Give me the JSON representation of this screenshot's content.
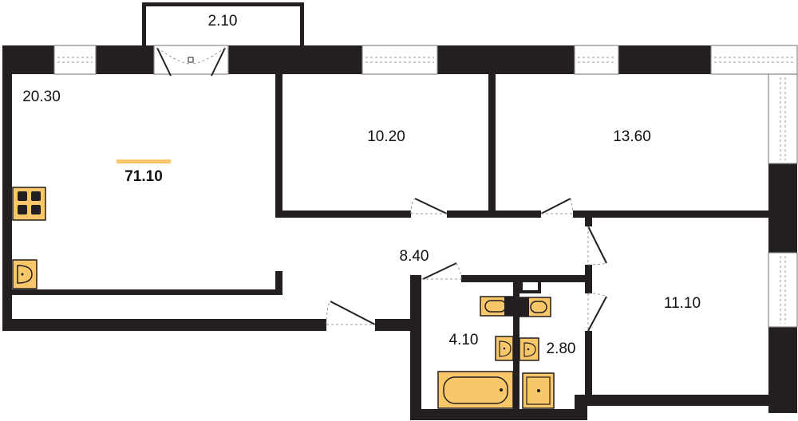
{
  "plan": {
    "total_area": "71.10",
    "accent_color": "#f7c76a",
    "wall_color": "#231f20",
    "rooms": {
      "balcony": "2.10",
      "living_kitchen": "20.30",
      "bedroom_1": "10.20",
      "bedroom_2": "13.60",
      "hallway": "8.40",
      "bedroom_3": "11.10",
      "bathroom": "4.10",
      "toilet": "2.80"
    },
    "icons": [
      "stove-icon",
      "sink-icon",
      "washer-icon",
      "toilet-icon",
      "washbasin-icon",
      "bathtub-icon",
      "shower-icon"
    ]
  }
}
